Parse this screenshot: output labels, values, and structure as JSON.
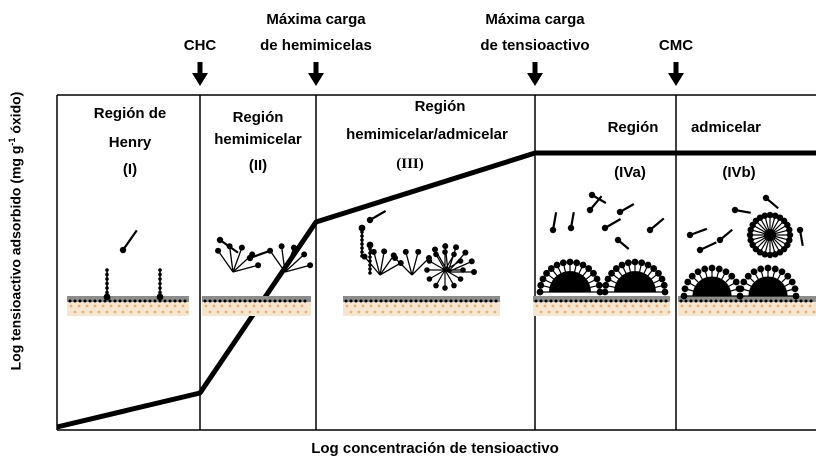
{
  "top_labels": {
    "chc": "CHC",
    "max_hemi_1": "Máxima carga",
    "max_hemi_2": "de hemimicelas",
    "max_tensio_1": "Máxima carga",
    "max_tensio_2": "de tensioactivo",
    "cmc": "CMC"
  },
  "regions": {
    "r1_a": "Región de",
    "r1_b": "Henry",
    "r1_c": "(I)",
    "r2_a": "Región",
    "r2_b": "hemimicelar",
    "r2_c": "(II)",
    "r3_a": "Región",
    "r3_b": "hemimicelar/admicelar",
    "r3_c": "(III)",
    "r4_a": "Región",
    "r4_b": "admicelar",
    "r4a": "(IVa)",
    "r4b": "(IVb)"
  },
  "axes": {
    "y_label_pre": "Log tensioactivo adsorbido (mg g",
    "y_label_sup": "-1",
    "y_label_post": " óxido)",
    "x_label": "Log concentración de tensioactivo"
  },
  "colors": {
    "surface_top": "#8c8c8c",
    "surface_body": "#f6e6cf",
    "surface_dots": "#e7b27a"
  }
}
